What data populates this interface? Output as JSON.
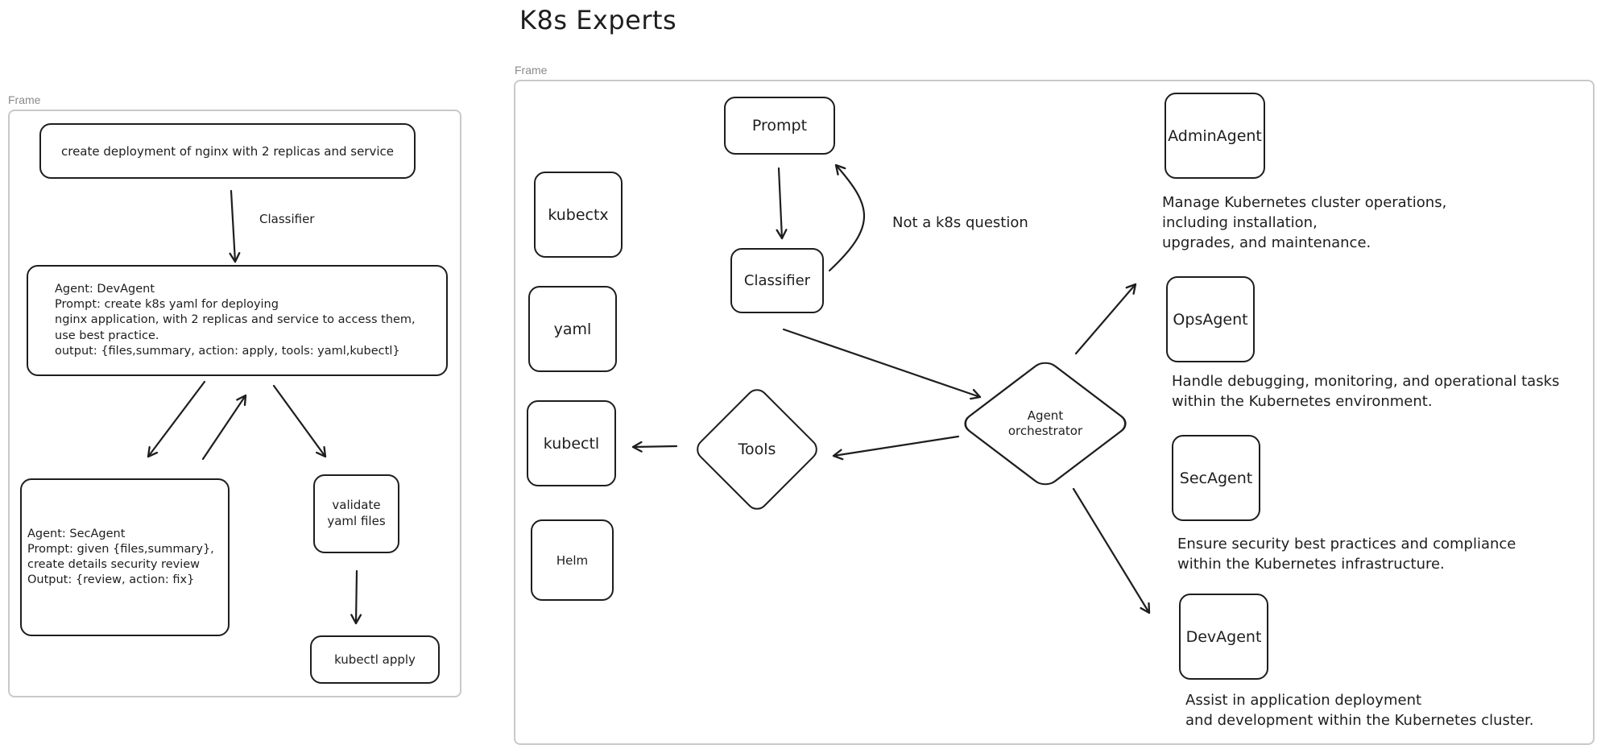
{
  "title": "K8s Experts",
  "left_frame": {
    "label": "Frame",
    "request": "create deployment of nginx with 2 replicas and service",
    "classifier_label": "Classifier",
    "dev_agent": "Agent: DevAgent\nPrompt: create k8s yaml for deploying\nnginx application, with 2 replicas and service to access them,\nuse best practice.\noutput: {files,summary, action: apply, tools: yaml,kubectl}",
    "sec_agent": "Agent: SecAgent\nPrompt: given {files,summary},\ncreate details security review\nOutput: {review, action: fix}",
    "validate": "validate\nyaml files",
    "apply": "kubectl apply"
  },
  "right_frame": {
    "label": "Frame",
    "tools": [
      "kubectx",
      "yaml",
      "kubectl",
      "Helm"
    ],
    "prompt": "Prompt",
    "classifier": "Classifier",
    "not_k8s": "Not a k8s question",
    "tools_node": "Tools",
    "orchestrator": "Agent\norchestrator",
    "agents": [
      {
        "name": "AdminAgent",
        "description": "Manage Kubernetes cluster operations,\nincluding installation,\nupgrades, and maintenance."
      },
      {
        "name": "OpsAgent",
        "description": "Handle debugging, monitoring, and operational tasks\nwithin the Kubernetes environment."
      },
      {
        "name": "SecAgent",
        "description": "Ensure security best practices and compliance\nwithin the Kubernetes infrastructure."
      },
      {
        "name": "DevAgent",
        "description": "Assist in application deployment\nand development within the Kubernetes cluster."
      }
    ]
  },
  "colors": {
    "stroke": "#1e1e1e",
    "frame": "#c9c9c9",
    "frame_label": "#8a8a8a",
    "background": "#ffffff"
  }
}
